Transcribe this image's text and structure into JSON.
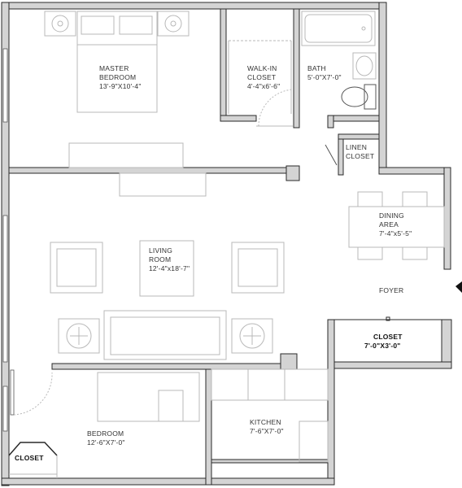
{
  "rooms": {
    "master_bedroom": {
      "name_line1": "MASTER",
      "name_line2": "BEDROOM",
      "dims": "13'-9\"X10'-4\""
    },
    "walkin_closet": {
      "name_line1": "WALK-IN",
      "name_line2": "CLOSET",
      "dims": "4'-4\"x6'-6\""
    },
    "bath": {
      "name": "BATH",
      "dims": "5'-0\"X7'-0\""
    },
    "linen_closet": {
      "name_line1": "LINEN",
      "name_line2": "CLOSET"
    },
    "dining_area": {
      "name_line1": "DINING",
      "name_line2": "AREA",
      "dims": "7'-4\"x5'-5\""
    },
    "living_room": {
      "name_line1": "LIVING",
      "name_line2": "ROOM",
      "dims": "12'-4\"x18'-7\""
    },
    "foyer": {
      "name": "FOYER"
    },
    "foyer_closet": {
      "name": "CLOSET",
      "dims": "7'-0\"X3'-0\""
    },
    "kitchen": {
      "name": "KITCHEN",
      "dims": "7'-6\"X7'-0\""
    },
    "bedroom": {
      "name": "BEDROOM",
      "dims": "12'-6\"X7'-0\""
    },
    "bedroom_closet": {
      "name": "CLOSET"
    }
  },
  "colors": {
    "wall": "#2a2a2a",
    "wall_fill": "#d4d4d4",
    "furniture": "#b8b8b8",
    "entry_arrow": "#111111"
  }
}
